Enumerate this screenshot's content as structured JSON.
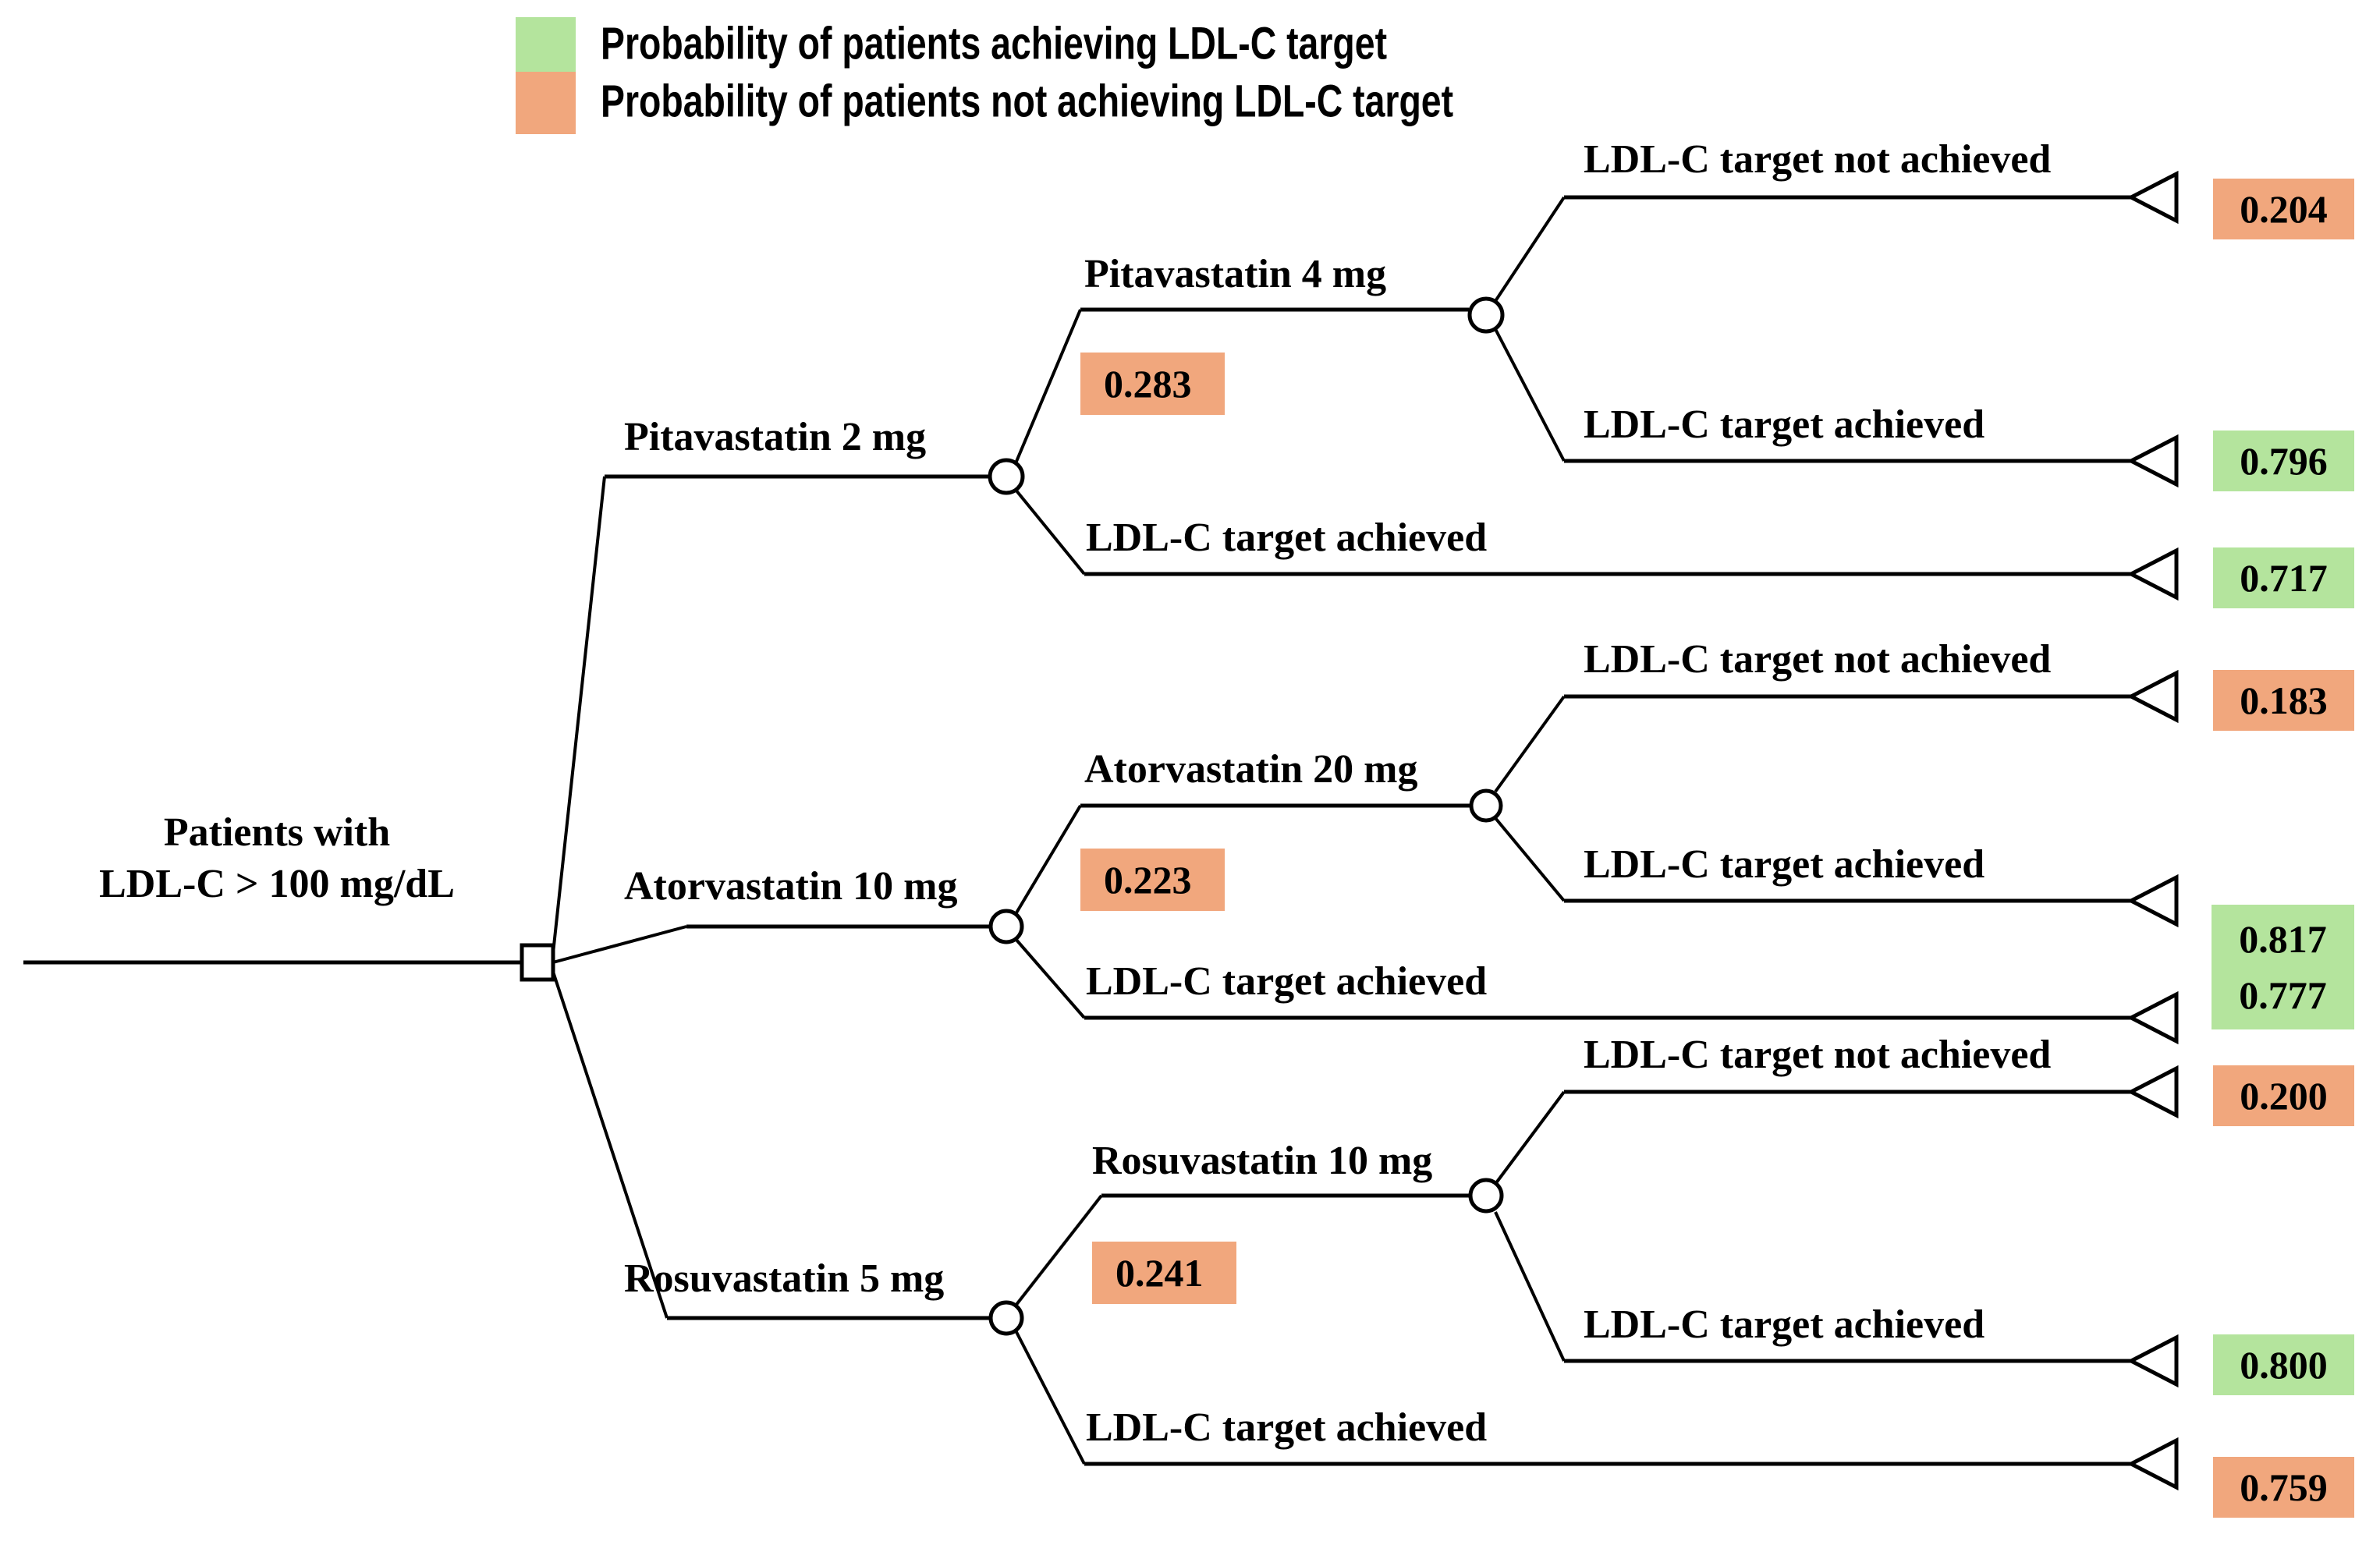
{
  "figure_type": "decision-tree",
  "colors": {
    "achieved_green": "#b4e49d",
    "not_achieved_orange": "#f1a77d"
  },
  "legend": {
    "items": [
      {
        "label": "Probability of patients achieving LDL-C target",
        "swatch_color": "#b4e49d"
      },
      {
        "label": "Probability of patients not achieving LDL-C target",
        "swatch_color": "#f1a77d"
      }
    ]
  },
  "root": {
    "line1": "Patients with",
    "line2": "LDL-C > 100 mg/dL"
  },
  "branches": [
    {
      "label": "Pitavastatin 2 mg",
      "escalation": {
        "label": "Pitavastatin 4 mg",
        "probability_not_achieved": "0.283",
        "outcomes": [
          {
            "label": "LDL-C target not achieved",
            "value": "0.204",
            "box": "orange"
          },
          {
            "label": "LDL-C target achieved",
            "value": "0.796",
            "box": "green"
          }
        ]
      },
      "direct": {
        "label": "LDL-C target achieved",
        "value": "0.717",
        "box": "green"
      }
    },
    {
      "label": "Atorvastatin 10 mg",
      "escalation": {
        "label": "Atorvastatin 20 mg",
        "probability_not_achieved": "0.223",
        "outcomes": [
          {
            "label": "LDL-C target not achieved",
            "value": "0.183",
            "box": "orange"
          },
          {
            "label": "LDL-C target achieved",
            "value": "0.817",
            "box": "green"
          }
        ]
      },
      "direct": {
        "label": "LDL-C target achieved",
        "value": "0.777",
        "box": "green"
      }
    },
    {
      "label": "Rosuvastatin 5 mg",
      "escalation": {
        "label": "Rosuvastatin 10 mg",
        "probability_not_achieved": "0.241",
        "outcomes": [
          {
            "label": "LDL-C target not achieved",
            "value": "0.200",
            "box": "orange"
          },
          {
            "label": "LDL-C target achieved",
            "value": "0.800",
            "box": "green"
          }
        ]
      },
      "direct": {
        "label": "LDL-C target achieved",
        "value": "0.759",
        "box": "orange"
      }
    }
  ]
}
